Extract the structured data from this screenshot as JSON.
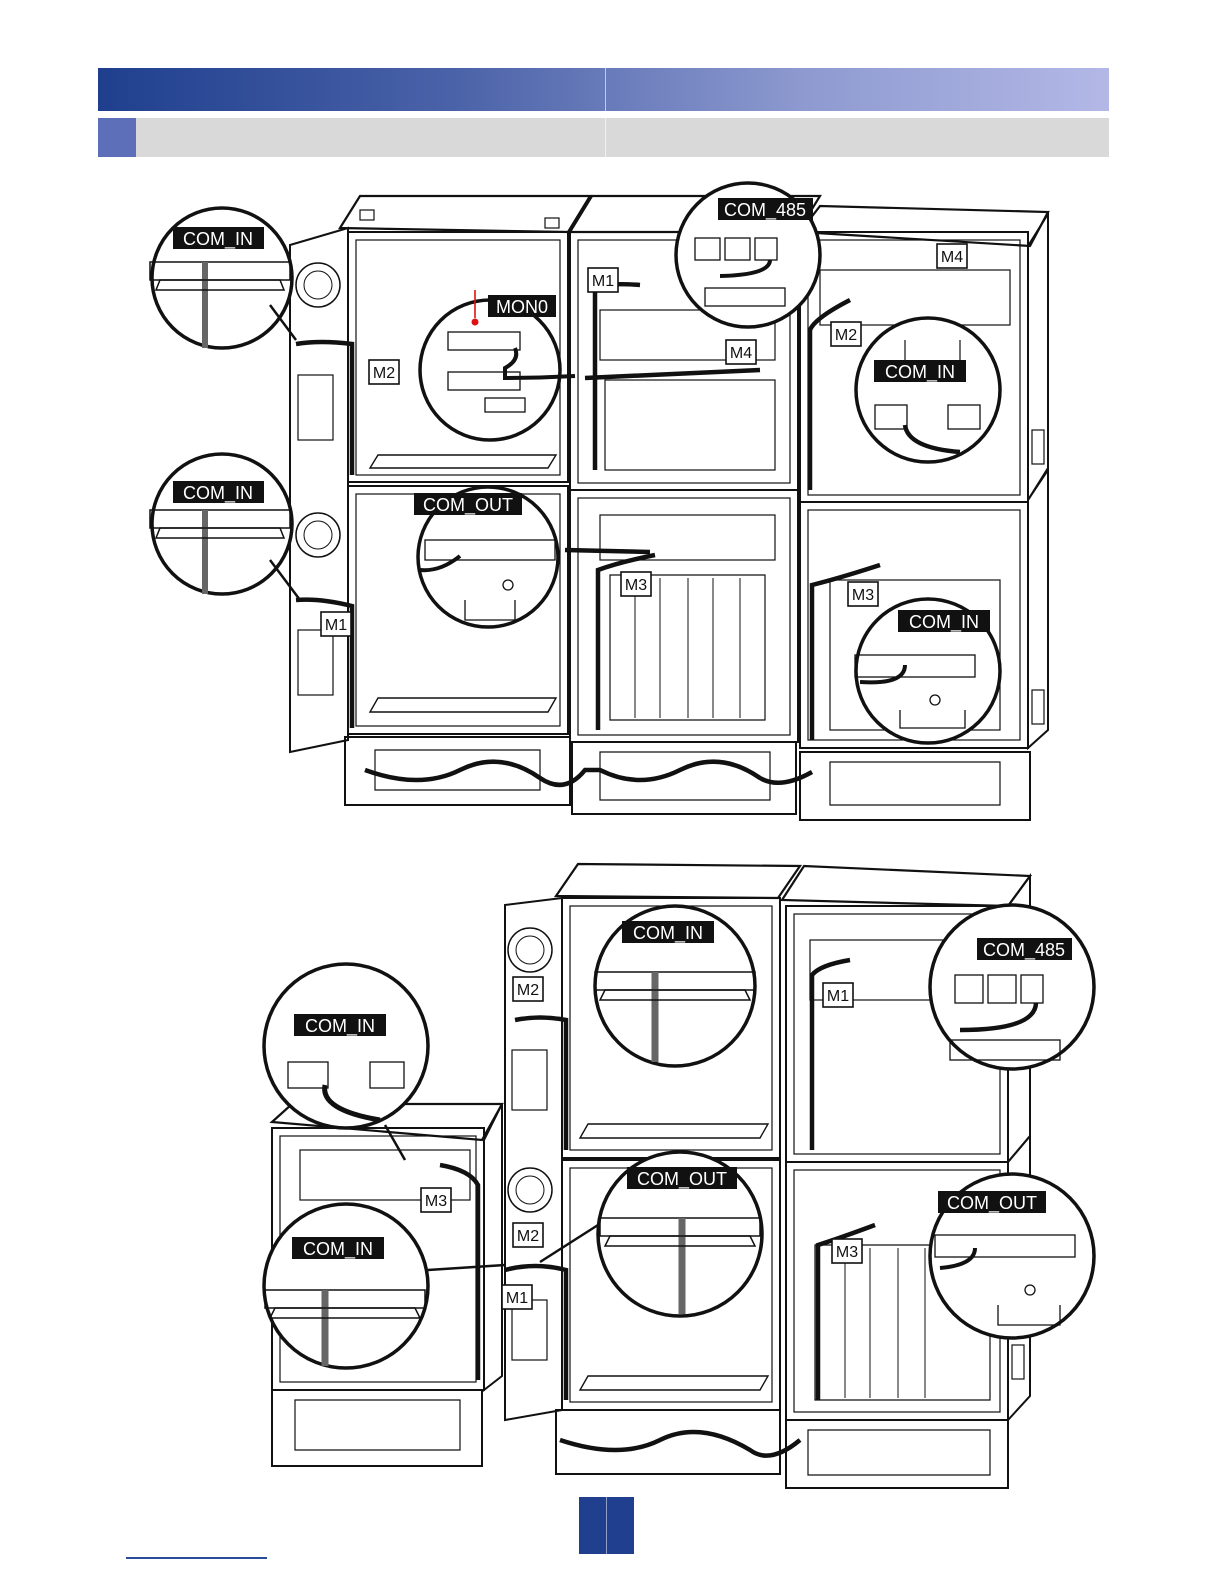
{
  "header": {
    "title": "",
    "subtitle": ""
  },
  "colors": {
    "header_start": "#1f3f8e",
    "header_end": "#b3b8e6",
    "subheader": "#d9d9d9",
    "accent": "#5d6fb9",
    "page_tab": "#203f8e"
  },
  "figure_top": {
    "callouts": {
      "com_in_upper": "COM_IN",
      "com_in_lower": "COM_IN",
      "mon0": "MON0",
      "com_out": "COM_OUT",
      "com_485": "COM_485",
      "com_in_right_upper": "COM_IN",
      "com_in_right_lower": "COM_IN"
    },
    "markers": {
      "m1_left": "M1",
      "m2_left": "M2",
      "m1_mid": "M1",
      "m4_mid": "M4",
      "m3_mid": "M3",
      "m4_right": "M4",
      "m2_right": "M2",
      "m3_right": "M3"
    }
  },
  "figure_bottom": {
    "callouts": {
      "com_in_mid": "COM_IN",
      "com_485": "COM_485",
      "com_in_left_upper": "COM_IN",
      "com_in_left_lower": "COM_IN",
      "com_out_mid": "COM_OUT",
      "com_out_right": "COM_OUT"
    },
    "markers": {
      "m2_upper": "M2",
      "m1_right": "M1",
      "m3_left": "M3",
      "m2_lower": "M2",
      "m1_lower": "M1",
      "m3_right": "M3"
    }
  },
  "footer": {
    "page_number": ""
  }
}
